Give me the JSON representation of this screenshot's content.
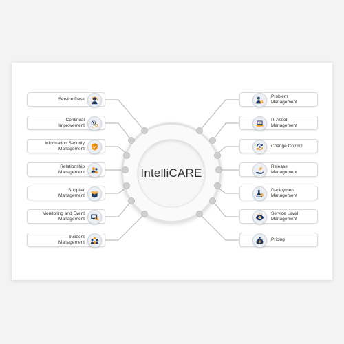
{
  "hub": {
    "brand_a": "Intelli",
    "brand_b": "CARE"
  },
  "colors": {
    "navy": "#1f3a5f",
    "orange": "#f39a1e",
    "line": "#bdbdbd"
  },
  "left_items": [
    {
      "label": "Service Desk",
      "icon": "headset-agent-icon"
    },
    {
      "label": "Continual\nImprovement",
      "icon": "gears-cycle-icon"
    },
    {
      "label": "Information Security\nManagement",
      "icon": "shield-check-icon"
    },
    {
      "label": "Relationship\nManagement",
      "icon": "handshake-people-icon"
    },
    {
      "label": "Supplier\nManagement",
      "icon": "open-box-icon"
    },
    {
      "label": "Monitoring and Event\nManagement",
      "icon": "monitor-search-icon"
    },
    {
      "label": "Incident\nManagement",
      "icon": "team-alert-icon"
    }
  ],
  "right_items": [
    {
      "label": "Problem\nManagement",
      "icon": "person-warning-icon"
    },
    {
      "label": "IT Asset\nManagement",
      "icon": "laptop-asset-icon"
    },
    {
      "label": "Change Control",
      "icon": "refresh-cycle-icon"
    },
    {
      "label": "Release\nManagement",
      "icon": "hand-release-icon"
    },
    {
      "label": "Deployment\nManagement",
      "icon": "rocket-deploy-icon"
    },
    {
      "label": "Service Level\nManagement",
      "icon": "eye-gauge-icon"
    },
    {
      "label": "Pricing",
      "icon": "money-bag-icon"
    }
  ]
}
